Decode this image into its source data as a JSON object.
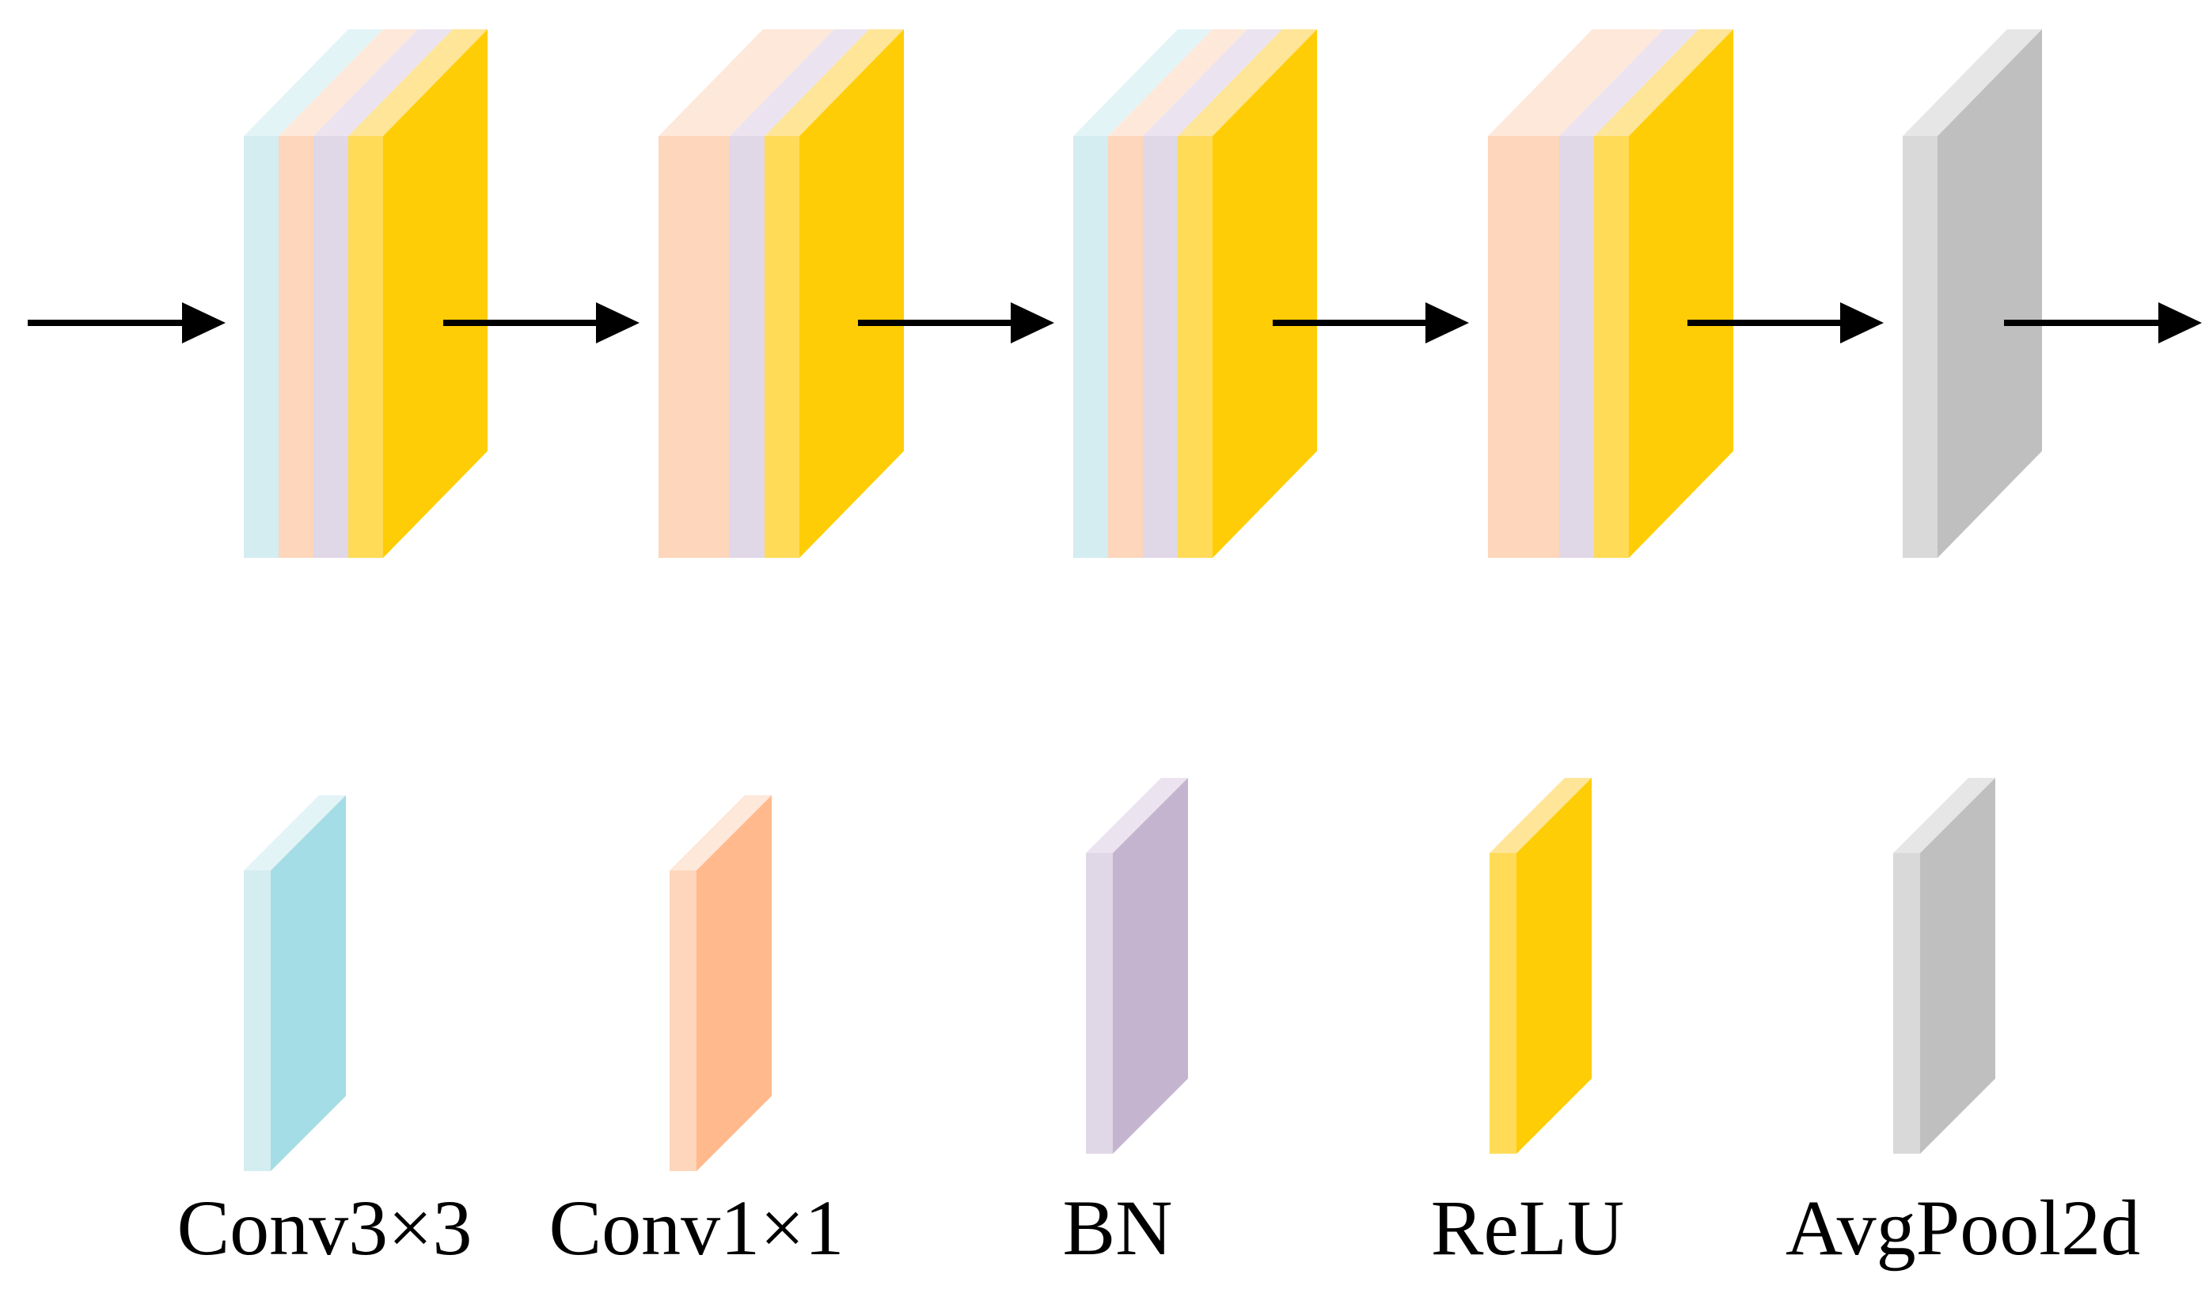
{
  "colors": {
    "conv3x3": {
      "front": "#d4edf1",
      "side": "#a5dde6",
      "top": "#e3f4f7"
    },
    "conv1x1": {
      "front": "#fdd6bb",
      "side": "#ffb98c",
      "top": "#fee8da"
    },
    "bn": {
      "front": "#e0d7e7",
      "side": "#c5b4d0",
      "top": "#ebe4f0"
    },
    "relu": {
      "front": "#ffdb58",
      "side": "#ffcd05",
      "top": "#fee597"
    },
    "avgpool": {
      "front": "#d9d9d9",
      "side": "#bfbfbf",
      "top": "#e6e6e6"
    },
    "arrow": "#000000"
  },
  "pipeline": [
    {
      "block": "block-1",
      "layers": [
        "conv3x3",
        "conv1x1",
        "bn",
        "relu"
      ]
    },
    {
      "block": "block-2",
      "layers": [
        "conv1x1",
        "bn",
        "relu"
      ]
    },
    {
      "block": "block-3",
      "layers": [
        "conv3x3",
        "conv1x1",
        "bn",
        "relu"
      ]
    },
    {
      "block": "block-4",
      "layers": [
        "conv1x1",
        "bn",
        "relu"
      ]
    },
    {
      "block": "block-5",
      "layers": [
        "avgpool"
      ]
    }
  ],
  "legend": [
    {
      "key": "conv3x3",
      "label": "Conv3×3"
    },
    {
      "key": "conv1x1",
      "label": "Conv1×1"
    },
    {
      "key": "bn",
      "label": "BN"
    },
    {
      "key": "relu",
      "label": "ReLU"
    },
    {
      "key": "avgpool",
      "label": "AvgPool2d"
    }
  ]
}
